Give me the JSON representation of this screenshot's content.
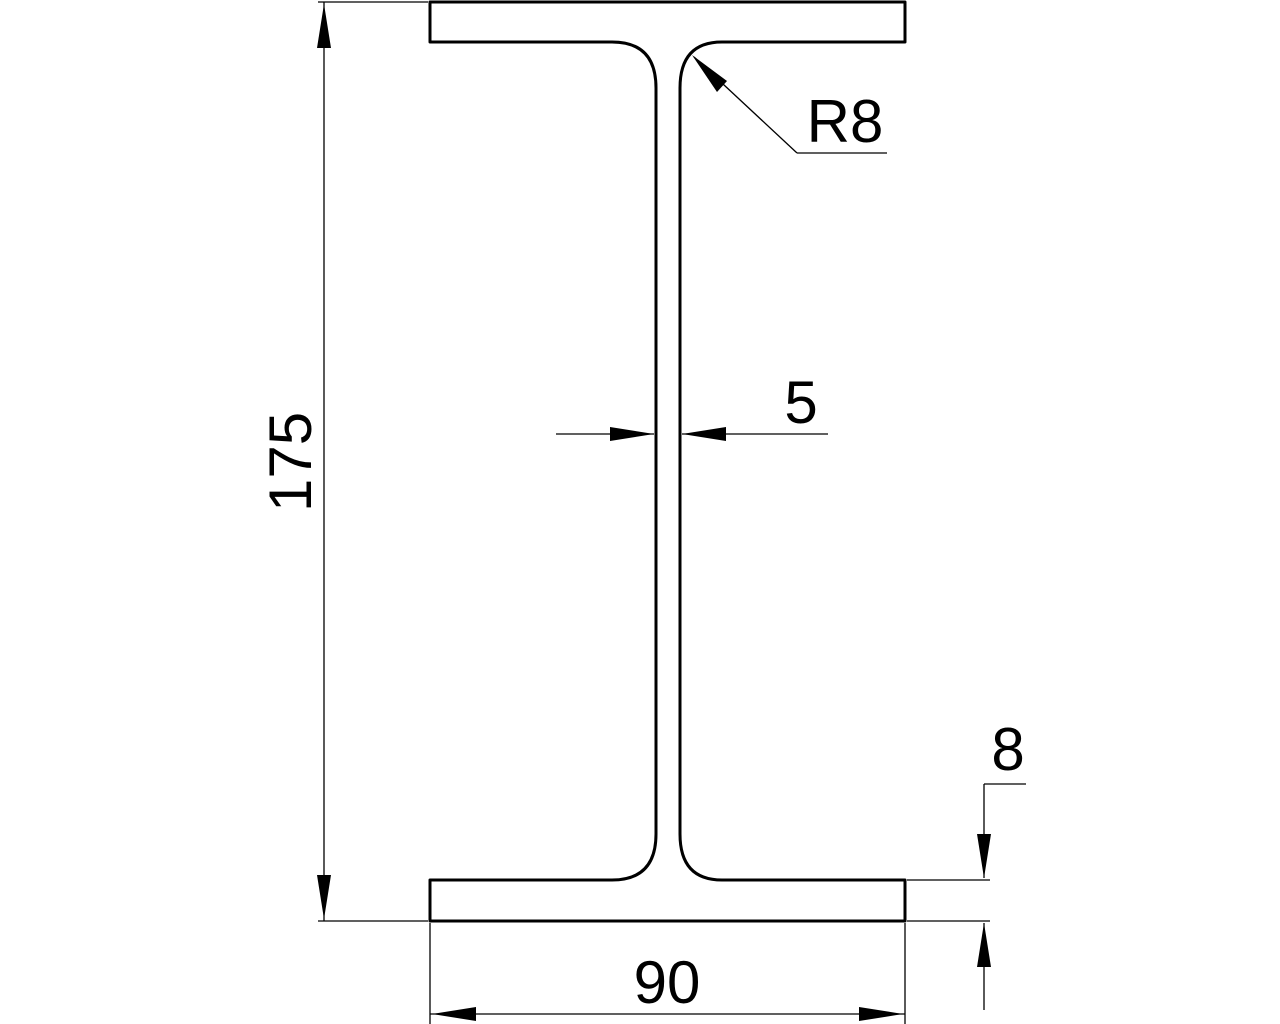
{
  "drawing": {
    "dimensions": {
      "height": "175",
      "width": "90",
      "web_thickness": "5",
      "flange_thickness": "8",
      "root_radius": "R8"
    }
  }
}
